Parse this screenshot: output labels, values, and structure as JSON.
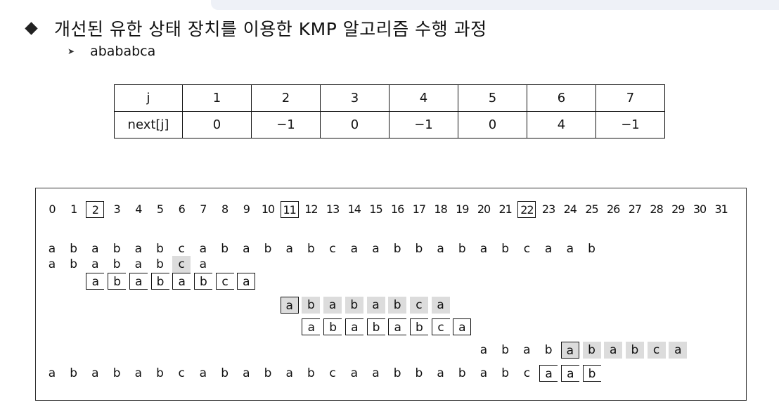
{
  "title": "개선된 유한 상태 장치를 이용한  KMP 알고리즘 수행 과정",
  "subtitle": "abababca",
  "next_table": {
    "row1": [
      "j",
      "1",
      "2",
      "3",
      "4",
      "5",
      "6",
      "7"
    ],
    "row2": [
      "next[j]",
      "0",
      "−1",
      "0",
      "−1",
      "0",
      "4",
      "−1"
    ]
  },
  "trace": {
    "positions": [
      "0",
      "1",
      "2",
      "3",
      "4",
      "5",
      "6",
      "7",
      "8",
      "9",
      "10",
      "11",
      "12",
      "13",
      "14",
      "15",
      "16",
      "17",
      "18",
      "19",
      "20",
      "21",
      "22",
      "23",
      "24",
      "25",
      "26",
      "27",
      "28",
      "29",
      "30",
      "31"
    ],
    "boxed_positions": [
      2,
      11,
      22
    ],
    "text": "abababcabababcaabbababcaab",
    "rows": [
      {
        "start": 0,
        "chars": "abababca",
        "shaded": [
          6
        ],
        "boxed": [],
        "bracket": []
      },
      {
        "start": 2,
        "chars": "abababca",
        "shaded": [],
        "boxed": [],
        "bracket": [
          0,
          1,
          2,
          3,
          4,
          5,
          6,
          7
        ]
      },
      {
        "start": 11,
        "chars": "abababca",
        "shaded": [
          0,
          1,
          2,
          3,
          4,
          5,
          6,
          7
        ],
        "boxed": [
          0
        ],
        "bracket": []
      },
      {
        "start": 12,
        "chars": "abababca",
        "shaded": [],
        "boxed": [],
        "bracket": [
          0,
          1,
          2,
          3,
          4,
          5,
          6,
          7
        ]
      },
      {
        "start": 22,
        "chars": "abababca",
        "shaded": [
          2,
          3,
          4,
          5,
          6,
          7
        ],
        "boxed": [
          2
        ],
        "bracket": []
      }
    ],
    "bottom_text": "abababcabababcaabbababcaab",
    "bottom_bracket": [
      23,
      30
    ]
  }
}
